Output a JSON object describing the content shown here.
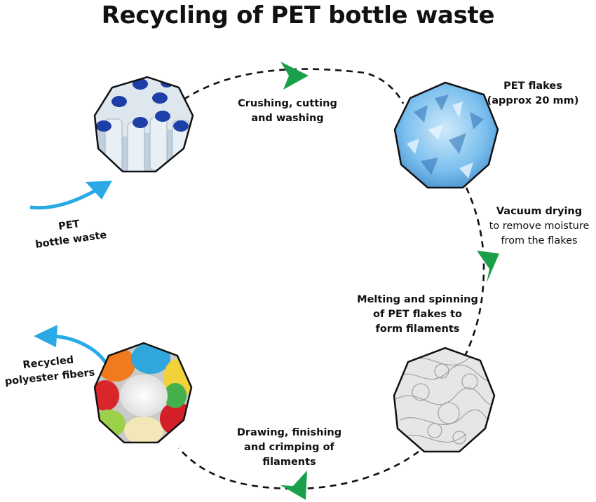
{
  "title": "Recycling of PET bottle waste",
  "input": {
    "line1": "PET",
    "line2": "bottle waste"
  },
  "output": {
    "line1": "Recycled",
    "line2": "polyester fibers"
  },
  "steps": {
    "crushing": {
      "line1": "Crushing, cutting",
      "line2": "and washing"
    },
    "flakes": {
      "line1": "PET flakes",
      "line2": "(approx 20 mm)"
    },
    "drying": {
      "title": "Vacuum drying",
      "line1": "to remove moisture",
      "line2": "from the flakes"
    },
    "melting": {
      "line1": "Melting and spinning",
      "line2": "of PET flakes to",
      "line3": "form filaments"
    },
    "drawing": {
      "line1": "Drawing, finishing",
      "line2": "and crimping of",
      "line3": "filaments"
    }
  },
  "colors": {
    "cycle_arrow": "#1aa04a",
    "io_arrow": "#29a9e6",
    "dashed_line": "#111111",
    "bottle_cap": "#1f3fa8",
    "flakes": "#6ab4e8"
  },
  "icons": [
    "bottles-image",
    "pet-flakes-image",
    "filaments-image",
    "polyester-fibers-image"
  ]
}
